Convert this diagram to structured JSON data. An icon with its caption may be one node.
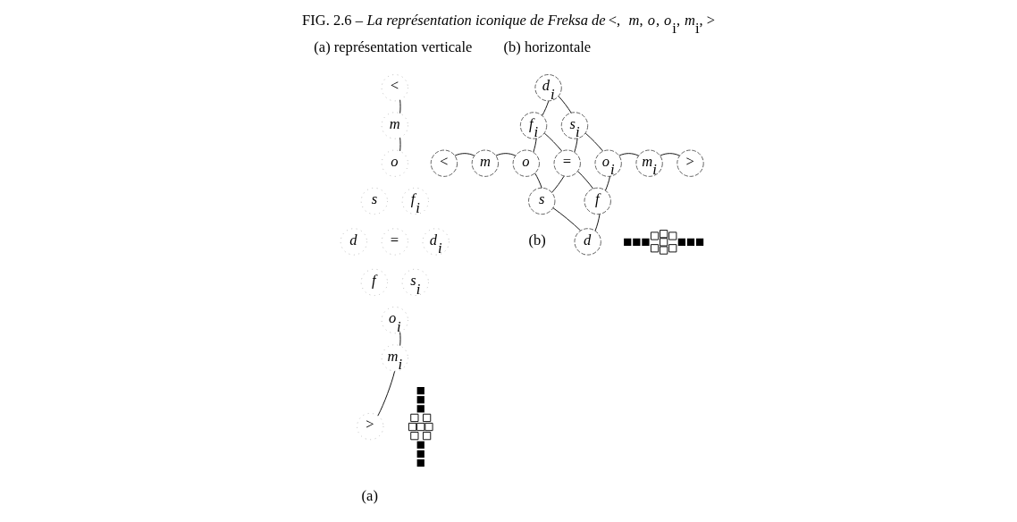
{
  "diagram": {
    "title": "FIG. 2.6 – *La représentation iconique de Freksa de* <, *m*, *o*, *o*$_{i}$, *m*$_{i}$, >",
    "nodes": [
      {
        "text": [
          "<"
        ]
      },
      {
        "text": [
          "m"
        ]
      },
      {
        "text": [
          "o"
        ]
      },
      {
        "text": [
          "s"
        ]
      },
      {
        "text": [
          "f$_{i}$"
        ]
      },
      {
        "text": [
          "d"
        ]
      },
      {
        "text": [
          "="
        ]
      },
      {
        "text": [
          "d$_{i}$"
        ]
      },
      {
        "text": [
          "f"
        ]
      },
      {
        "text": [
          "s$_{i}$"
        ]
      },
      {
        "text": [
          "o$_{i}$"
        ]
      },
      {
        "text": [
          "m$_{i}$"
        ]
      },
      {
        "text": [
          ">"
        ]
      },
      {
        "text": [
          "<"
        ]
      },
      {
        "text": [
          "m"
        ]
      },
      {
        "text": [
          "o"
        ]
      },
      {
        "text": [
          "f$_{i}$"
        ]
      },
      {
        "text": [
          "s"
        ]
      },
      {
        "text": [
          "d$_{i}$"
        ]
      },
      {
        "text": [
          "="
        ]
      },
      {
        "text": [
          "d"
        ]
      },
      {
        "text": [
          "s$_{i}$"
        ]
      },
      {
        "text": [
          "f"
        ]
      },
      {
        "text": [
          "o$_{i}$"
        ]
      },
      {
        "text": [
          "m$_{i}$"
        ]
      },
      {
        "text": [
          ">"
        ]
      },
      {
        "text": [],
        "shape": "picture"
      },
      {
        "text": [],
        "shape": "picture"
      }
    ],
    "edges": [
      {
        "from": 0,
        "to": 1,
        "arrow": "none"
      },
      {
        "from": 1,
        "to": 2,
        "arrow": "none"
      },
      {
        "from": 10,
        "to": 11,
        "arrow": "none"
      },
      {
        "from": 11,
        "to": 12,
        "arrow": "none"
      },
      {
        "from": 13,
        "to": 14,
        "arrow": "none"
      },
      {
        "from": 14,
        "to": 15,
        "arrow": "none"
      },
      {
        "from": 15,
        "to": 16,
        "arrow": "none"
      },
      {
        "from": 15,
        "to": 17,
        "arrow": "none"
      },
      {
        "from": 16,
        "to": 18,
        "arrow": "none"
      },
      {
        "from": 16,
        "to": 19,
        "arrow": "none"
      },
      {
        "from": 17,
        "to": 19,
        "arrow": "none"
      },
      {
        "from": 17,
        "to": 20,
        "arrow": "none"
      },
      {
        "from": 18,
        "to": 21,
        "arrow": "none"
      },
      {
        "from": 19,
        "to": 21,
        "arrow": "none"
      },
      {
        "from": 19,
        "to": 22,
        "arrow": "none"
      },
      {
        "from": 20,
        "to": 22,
        "arrow": "none"
      },
      {
        "from": 21,
        "to": 23,
        "arrow": "none"
      },
      {
        "from": 22,
        "to": 23,
        "arrow": "none"
      },
      {
        "from": 23,
        "to": 24,
        "arrow": "none"
      },
      {
        "from": 24,
        "to": 25,
        "arrow": "none"
      }
    ],
    "labels": [
      "(a) représentation verticale",
      "(b) horizontale",
      "(a)",
      "(b)"
    ]
  }
}
